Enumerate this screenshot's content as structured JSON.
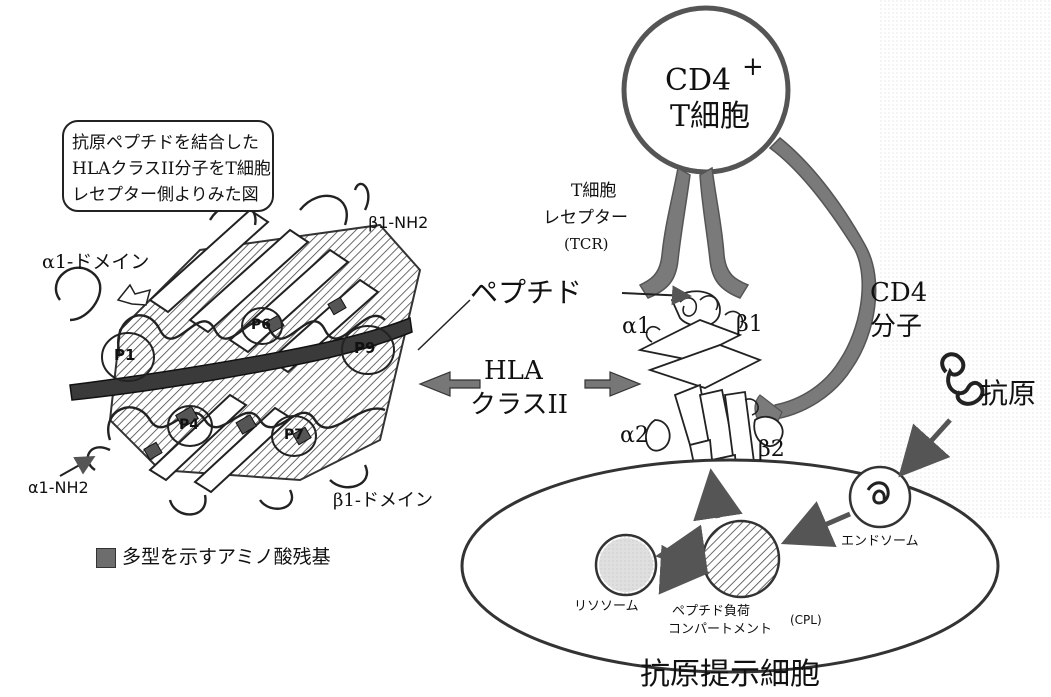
{
  "callout": {
    "line1": "抗原ペプチドを結合した",
    "line2": "HLAクラスII分子をT細胞",
    "line3": "レセプター側よりみた図"
  },
  "left_structure": {
    "alpha1_domain": "α1-ドメイン",
    "beta1_nh2": "β1-NH2",
    "alpha1_nh2": "α1-NH2",
    "beta1_domain": "β1-ドメイン",
    "pockets": [
      "P1",
      "P4",
      "P6",
      "P7",
      "P9"
    ]
  },
  "center": {
    "hla_line1": "HLA",
    "hla_line2": "クラスII",
    "peptide": "ペプチド"
  },
  "t_cell": {
    "cd4_plus": "CD4",
    "plus": "+",
    "cell": "T細胞",
    "tcr_line1": "T細胞",
    "tcr_line2": "レセプター",
    "tcr_line3": "(TCR)"
  },
  "molecule_labels": {
    "alpha1": "α1",
    "beta1": "β1",
    "alpha2": "α2",
    "beta2": "β2"
  },
  "cd4_molecule": {
    "line1": "CD4",
    "line2": "分子"
  },
  "antigen": "抗原",
  "apc": {
    "title": "抗原提示細胞",
    "endosome": "エンドソーム",
    "lysosome": "リソソーム",
    "cpl_line1": "ペプチド負荷",
    "cpl_line2": "コンパートメント",
    "cpl_abbr": "(CPL)"
  },
  "legend": {
    "text": "多型を示すアミノ酸残基",
    "color": "#6d6d6d"
  }
}
